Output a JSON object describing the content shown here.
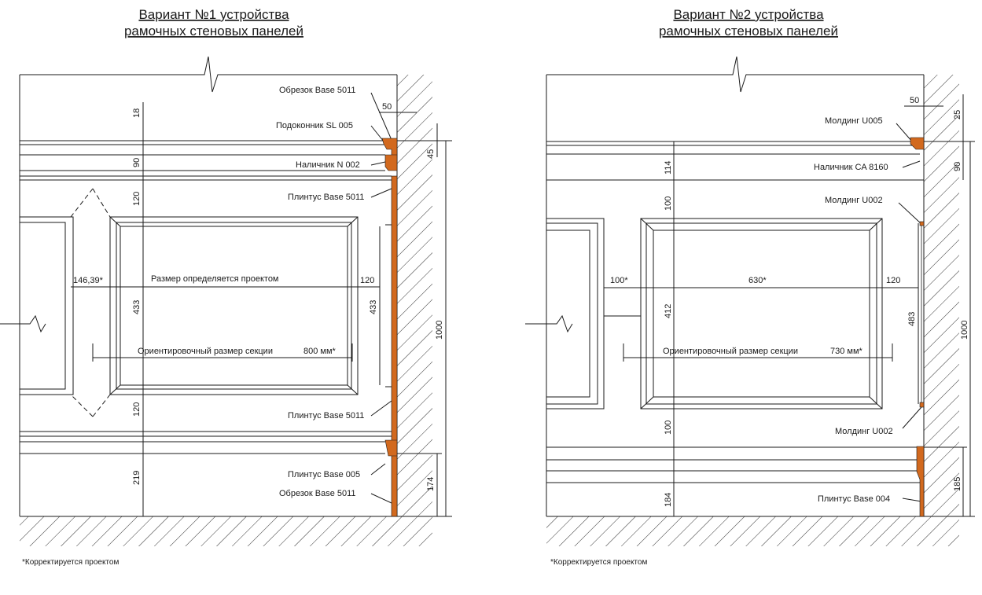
{
  "variant1": {
    "title_line1": "Вариант №1 устройства",
    "title_line2": "рамочных стеновых панелей",
    "labels": {
      "obrezok_top": "Обрезок Base 5011",
      "podokonnik": "Подоконник SL 005",
      "nalichnik": "Наличник N 002",
      "plintus_top": "Плинтус Base 5011",
      "plintus_mid": "Плинтус Base 5011",
      "plintus_005": "Плинтус Base 005",
      "obrezok_bottom": "Обрезок Base 5011"
    },
    "dims": {
      "d18": "18",
      "d50": "50",
      "d45": "45",
      "d90": "90",
      "d120_top": "120",
      "d146": "146,39*",
      "size_text": "Размер определяется проектом",
      "d120_right": "120",
      "d433_left": "433",
      "d433_right": "433",
      "d1000": "1000",
      "section_text": "Ориентировочный размер секции",
      "section_value": "800 мм*",
      "d120_bottom": "120",
      "d219": "219",
      "d174": "174"
    },
    "note": "*Корректируется проектом"
  },
  "variant2": {
    "title_line1": "Вариант №2 устройства",
    "title_line2": "рамочных стеновых панелей",
    "labels": {
      "molding_u005": "Молдинг U005",
      "nalichnik": "Наличник CA 8160",
      "molding_u002_top": "Молдинг U002",
      "molding_u002_bottom": "Молдинг U002",
      "plintus_004": "Плинтус Base 004"
    },
    "dims": {
      "d50": "50",
      "d25": "25",
      "d90": "90",
      "d114": "114",
      "d100_top": "100",
      "d100_left": "100*",
      "d630": "630*",
      "d120_right": "120",
      "d412": "412",
      "d483": "483",
      "d1000": "1000",
      "section_text": "Ориентировочный размер секции",
      "section_value": "730 мм*",
      "d100_bottom": "100",
      "d184": "184",
      "d185": "185"
    },
    "note": "*Корректируется проектом"
  },
  "colors": {
    "line": "#1a1a1a",
    "molding": "#d2691e",
    "background": "#ffffff"
  }
}
